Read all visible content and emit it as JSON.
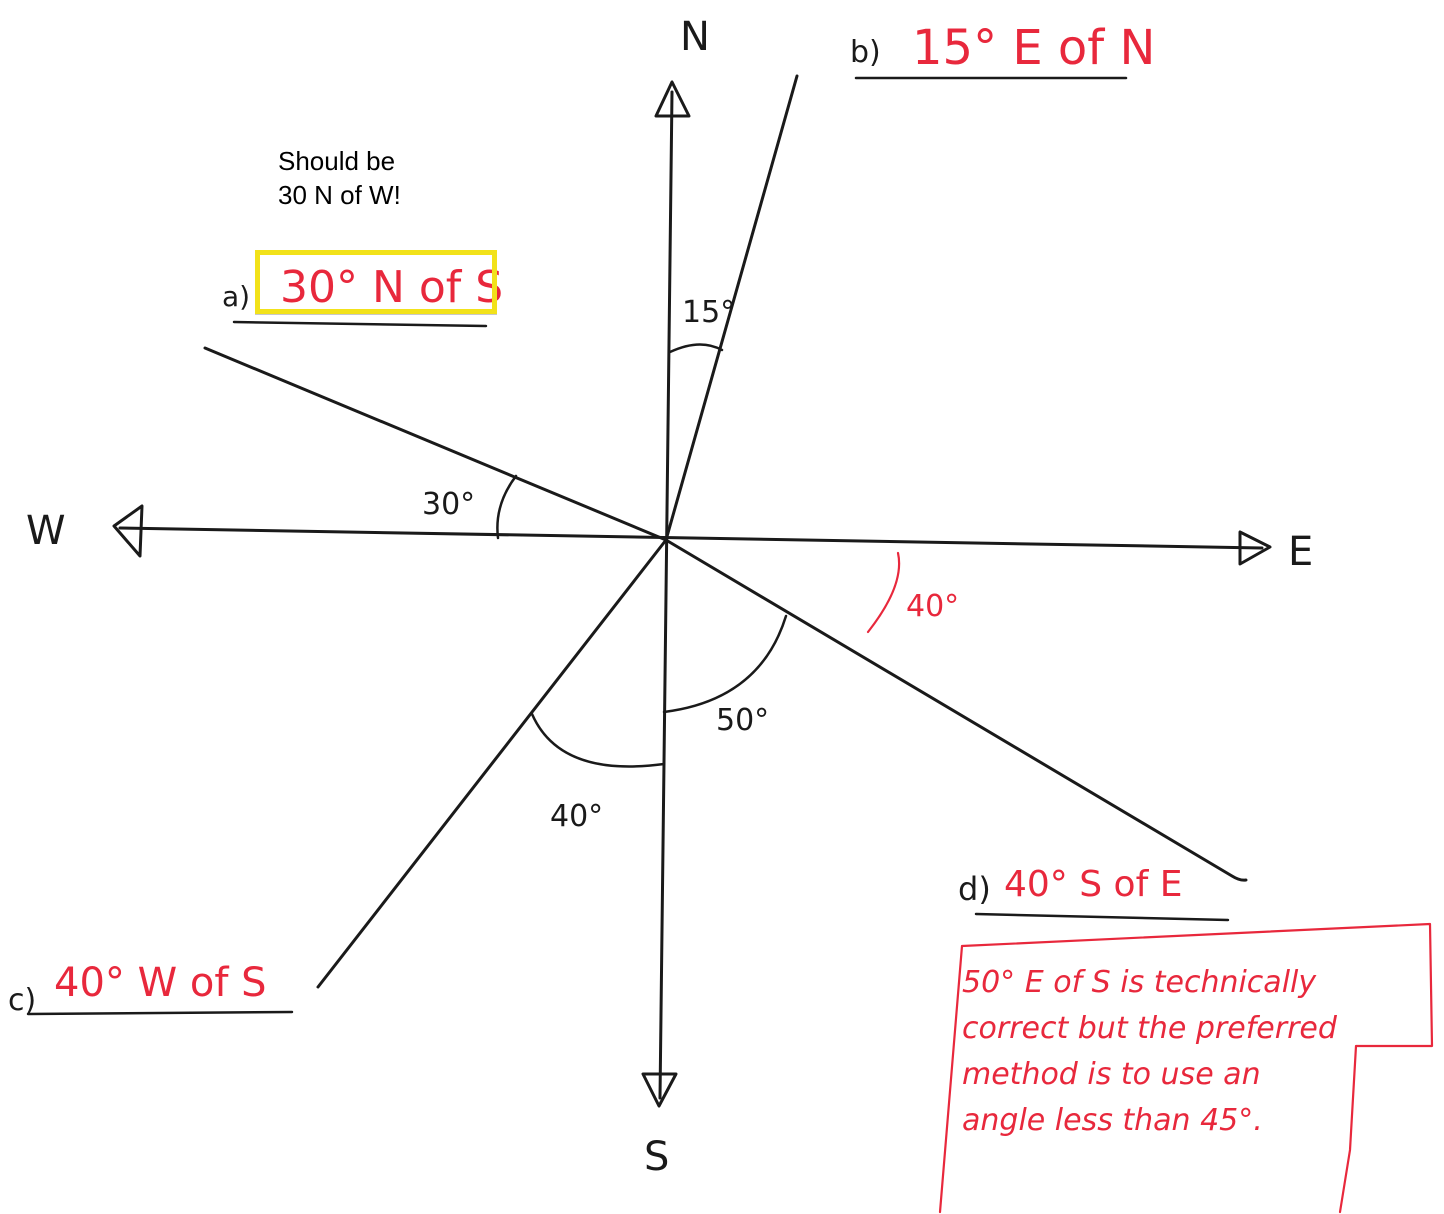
{
  "directions": {
    "north": "N",
    "south": "S",
    "east": "E",
    "west": "W"
  },
  "angles": {
    "north_line": "15°",
    "west_line": "30°",
    "south_east_to_south": "50°",
    "south_west_to_south": "40°",
    "east_to_south_east": "40°"
  },
  "answers": {
    "a_letter": "a)",
    "a_text": "30° N of S",
    "b_letter": "b)",
    "b_text": "15° E of N",
    "c_letter": "c)",
    "c_text": "40° W of S",
    "d_letter": "d)",
    "d_text": "40° S of E"
  },
  "correction_note": {
    "line1": "Should be",
    "line2": "30 N of W!"
  },
  "explanation": {
    "line1": "50° E of S is technically",
    "line2": "correct but the preferred",
    "line3": "method is to use an",
    "line4": "angle less than 45°."
  },
  "colors": {
    "ink": "#1a1a1a",
    "red_ink": "#e8283c",
    "highlight": "#f2e21a"
  }
}
